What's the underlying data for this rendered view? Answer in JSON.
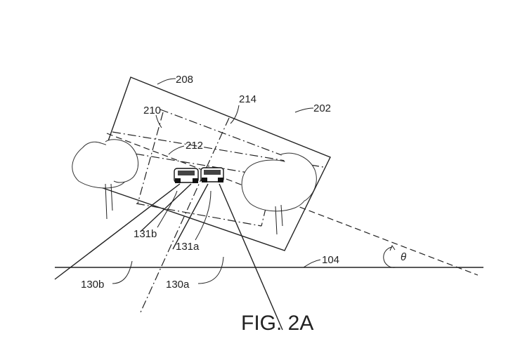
{
  "labels": {
    "l208": "208",
    "l202": "202",
    "l214": "214",
    "l210": "210",
    "l212": "212",
    "l131b": "131b",
    "l131a": "131a",
    "l130b": "130b",
    "l130a": "130a",
    "l104": "104",
    "theta": "θ"
  },
  "caption": "FIG. 2A"
}
